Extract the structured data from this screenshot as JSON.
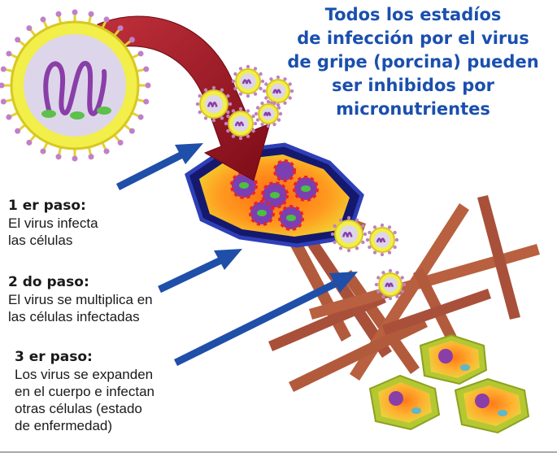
{
  "title_lines": [
    "Todos los estadíos",
    "de infección por el virus",
    "de gripe (porcina) pueden",
    "ser inhibidos por",
    "micronutrientes"
  ],
  "steps": [
    {
      "heading": "1 er paso:",
      "lines": [
        "El virus infecta",
        "las células"
      ]
    },
    {
      "heading": "2 do paso:",
      "lines": [
        "El virus se multiplica en",
        "las células infectadas"
      ]
    },
    {
      "heading": "3 er paso:",
      "lines": [
        "Los virus se expanden",
        "en el cuerpo e infectan",
        "otras células (estado",
        "de enfermedad)"
      ]
    }
  ],
  "colors": {
    "title": "#1a4fae",
    "arrow_blue": "#1f4fa8",
    "arrow_red": "#9b1020",
    "virus_yellow": "#f2ee4a",
    "virus_inner": "#ddd6ea",
    "rna_purple": "#8a3ea8",
    "fiber_brown": "#b25a3c",
    "cell_green": "#b4c832"
  }
}
